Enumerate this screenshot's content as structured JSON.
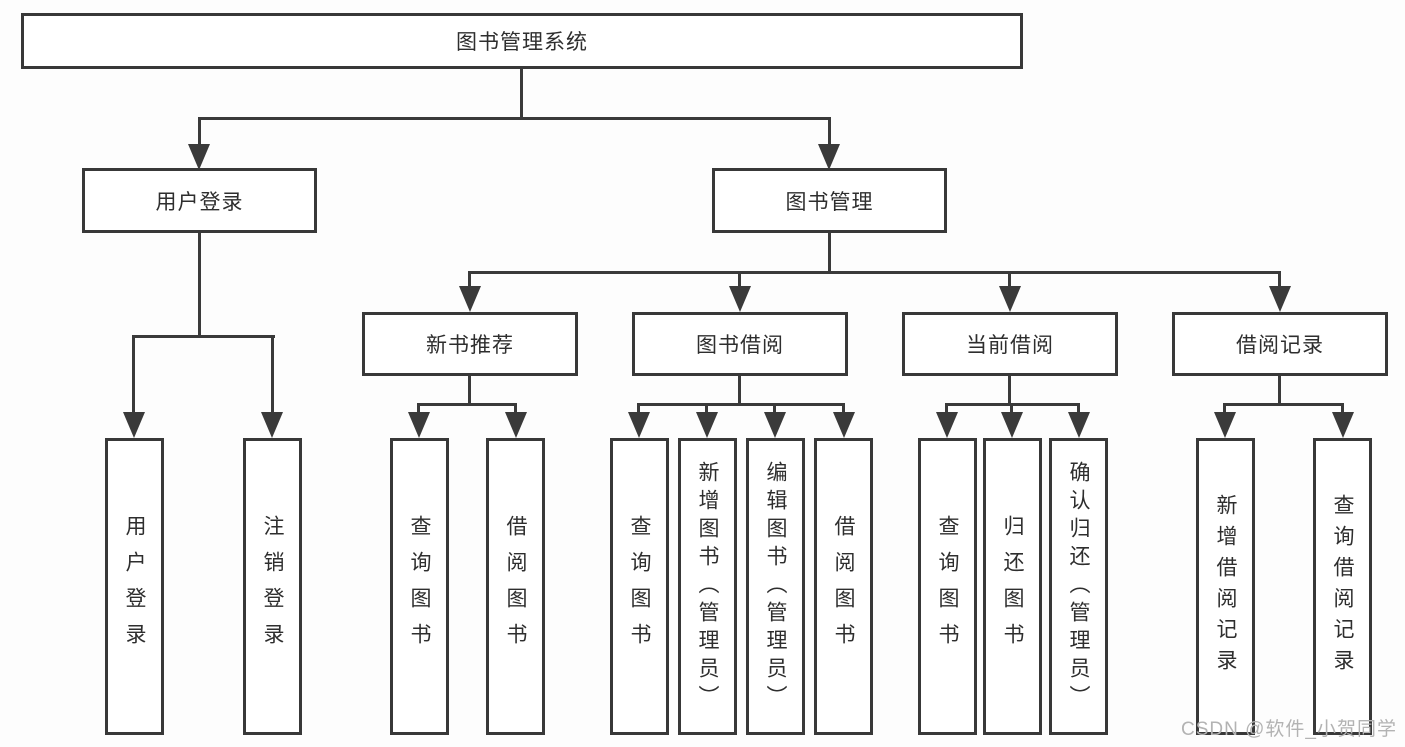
{
  "colors": {
    "line": "#3a3a3a",
    "border": "#383838",
    "text": "#2e2e2e",
    "watermark_text_color": "#b3b3b3",
    "background": "#ffffff"
  },
  "watermark": "CSDN @软件_小贺同学",
  "tree": {
    "root": "图书管理系统",
    "branches": [
      {
        "label": "用户登录",
        "leaves": [
          "用户登录",
          "注销登录"
        ]
      },
      {
        "label": "图书管理",
        "sections": [
          {
            "label": "新书推荐",
            "leaves": [
              "查询图书",
              "借阅图书"
            ]
          },
          {
            "label": "图书借阅",
            "leaves": [
              "查询图书",
              "新增图书（管理员）",
              "编辑图书（管理员）",
              "借阅图书"
            ]
          },
          {
            "label": "当前借阅",
            "leaves": [
              "查询图书",
              "归还图书",
              "确认归还（管理员）"
            ]
          },
          {
            "label": "借阅记录",
            "leaves": [
              "新增借阅记录",
              "查询借阅记录"
            ]
          }
        ]
      }
    ]
  }
}
